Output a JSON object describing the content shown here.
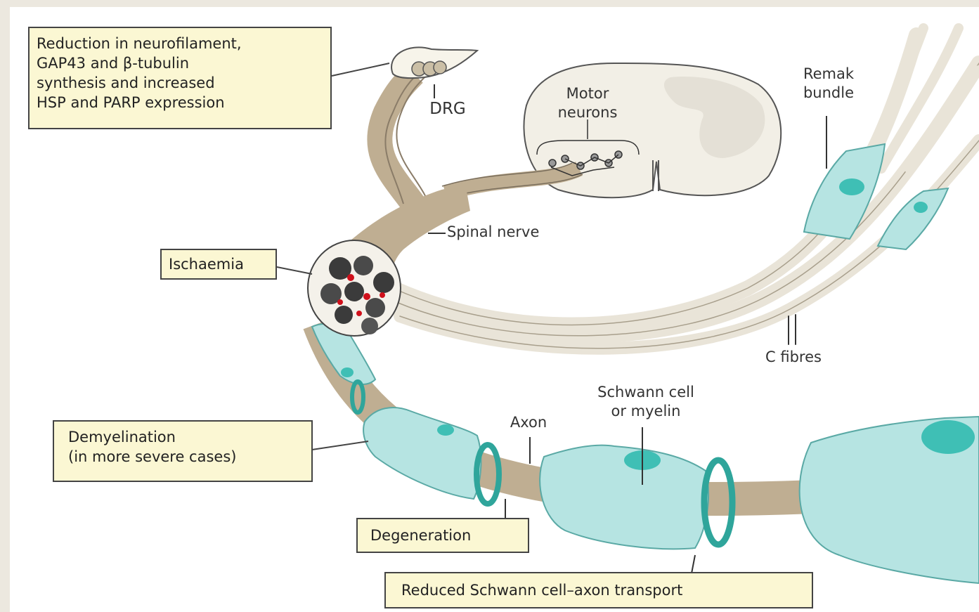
{
  "callouts": {
    "reduction": [
      "Reduction in neurofilament,",
      "GAP43 and β-tubulin",
      "synthesis and increased",
      "HSP and PARP expression"
    ],
    "ischaemia": "Ischaemia",
    "demyelination": [
      "Demyelination",
      "(in more severe cases)"
    ],
    "degeneration": "Degeneration",
    "transport": "Reduced Schwann cell–axon transport"
  },
  "labels": {
    "drg": "DRG",
    "motor_neurons": [
      "Motor",
      "neurons"
    ],
    "remak_bundle": [
      "Remak",
      "bundle"
    ],
    "spinal_nerve": "Spinal nerve",
    "c_fibres": "C fibres",
    "axon": "Axon",
    "schwann": [
      "Schwann cell",
      "or myelin"
    ]
  },
  "colors": {
    "axon": "#bfae92",
    "schwann": "#b6e4e2",
    "nucleus": "#3fbfb5",
    "fibre": "#f1ede3",
    "callout_bg": "#fbf7d3"
  }
}
